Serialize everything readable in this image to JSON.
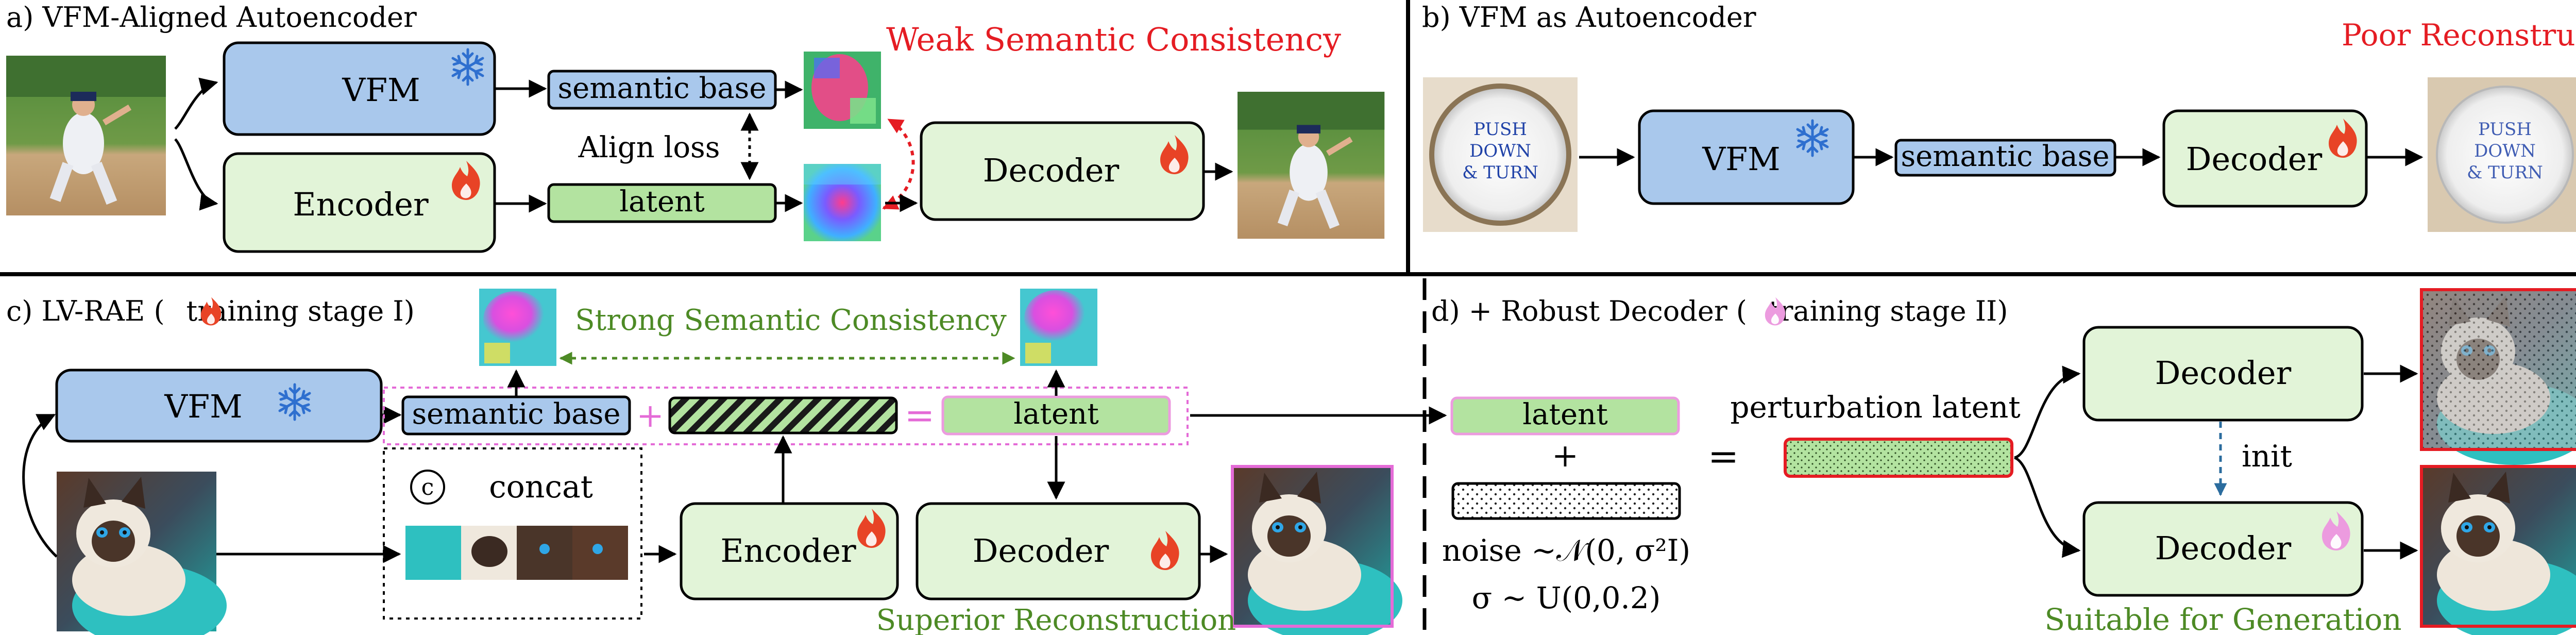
{
  "panels": {
    "a": {
      "title": "a) VFM-Aligned Autoencoder",
      "note": "Weak Semantic Consistency"
    },
    "b": {
      "title": "b) VFM as Autoencoder",
      "note": "Poor Reconstruction"
    },
    "c": {
      "title_prefix": "c) LV-RAE (",
      "title_suffix": "training stage I)",
      "note_top": "Strong Semantic Consistency",
      "note_bottom": "Superior Reconstruction",
      "concat_symbol": "c",
      "concat_label": "concat"
    },
    "d": {
      "title_prefix": "d) + Robust Decoder (",
      "title_suffix": "training stage II)",
      "note_bottom": "Suitable for Generation",
      "perturbation_label": "perturbation latent",
      "init_label": "init"
    }
  },
  "labels": {
    "vfm": "VFM",
    "encoder": "Encoder",
    "decoder": "Decoder",
    "semantic_base": "semantic base",
    "latent": "latent",
    "align_loss": "Align loss",
    "plus": "+",
    "equals": "="
  },
  "bottle_cap_text": [
    "PUSH",
    "DOWN",
    "& TURN"
  ],
  "formulas": {
    "noise": "noise ~𝒩(0, σ²I)",
    "sigma": "σ ~ U(0,0.2)"
  },
  "colors": {
    "vfm_fill": "#a9c8ec",
    "green_fill": "#e2f4d8",
    "latent_fill": "#b3e3a0",
    "note_red": "#e51c23",
    "note_green": "#4d8a25",
    "fire": "#e84326",
    "snow": "#2e6fcf",
    "pink": "#e46bd7",
    "pink_light": "#ec9bdf",
    "blue_dashed": "#2b6c9e"
  },
  "icons": {
    "frozen": "snowflake-icon",
    "trainable": "fire-icon",
    "trainable_stage2": "pink-fire-icon"
  }
}
